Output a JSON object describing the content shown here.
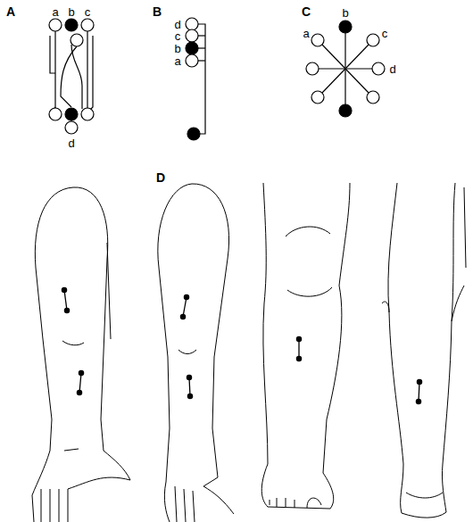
{
  "diagram": {
    "labels": [
      "A",
      "a",
      "b",
      "c",
      "d",
      "B",
      "d",
      "c",
      "b",
      "a",
      "C",
      "b",
      "a",
      "c",
      "d",
      "D"
    ]
  }
}
